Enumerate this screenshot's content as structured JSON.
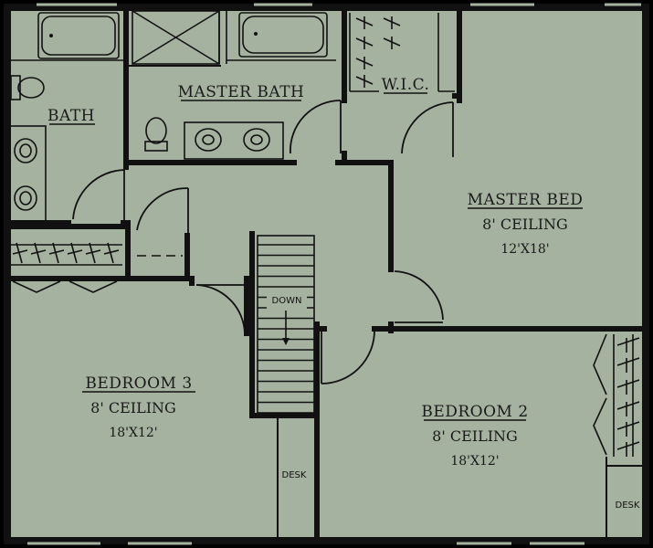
{
  "colors": {
    "floor": "#a5b2a0",
    "wall": "#111111",
    "background": "#000000"
  },
  "rooms": {
    "master_bath": {
      "name": "MASTER BATH"
    },
    "wic": {
      "name": "W.I.C."
    },
    "bath": {
      "name": "BATH"
    },
    "master_bed": {
      "name": "MASTER BED",
      "ceiling": "8' CEILING",
      "size": "12'X18'"
    },
    "bedroom3": {
      "name": "BEDROOM 3",
      "ceiling": "8' CEILING",
      "size": "18'X12'"
    },
    "bedroom2": {
      "name": "BEDROOM 2",
      "ceiling": "8' CEILING",
      "size": "18'X12'"
    }
  },
  "stairs": {
    "label": "DOWN"
  },
  "desks": {
    "left": "DESK",
    "right": "DESK"
  }
}
